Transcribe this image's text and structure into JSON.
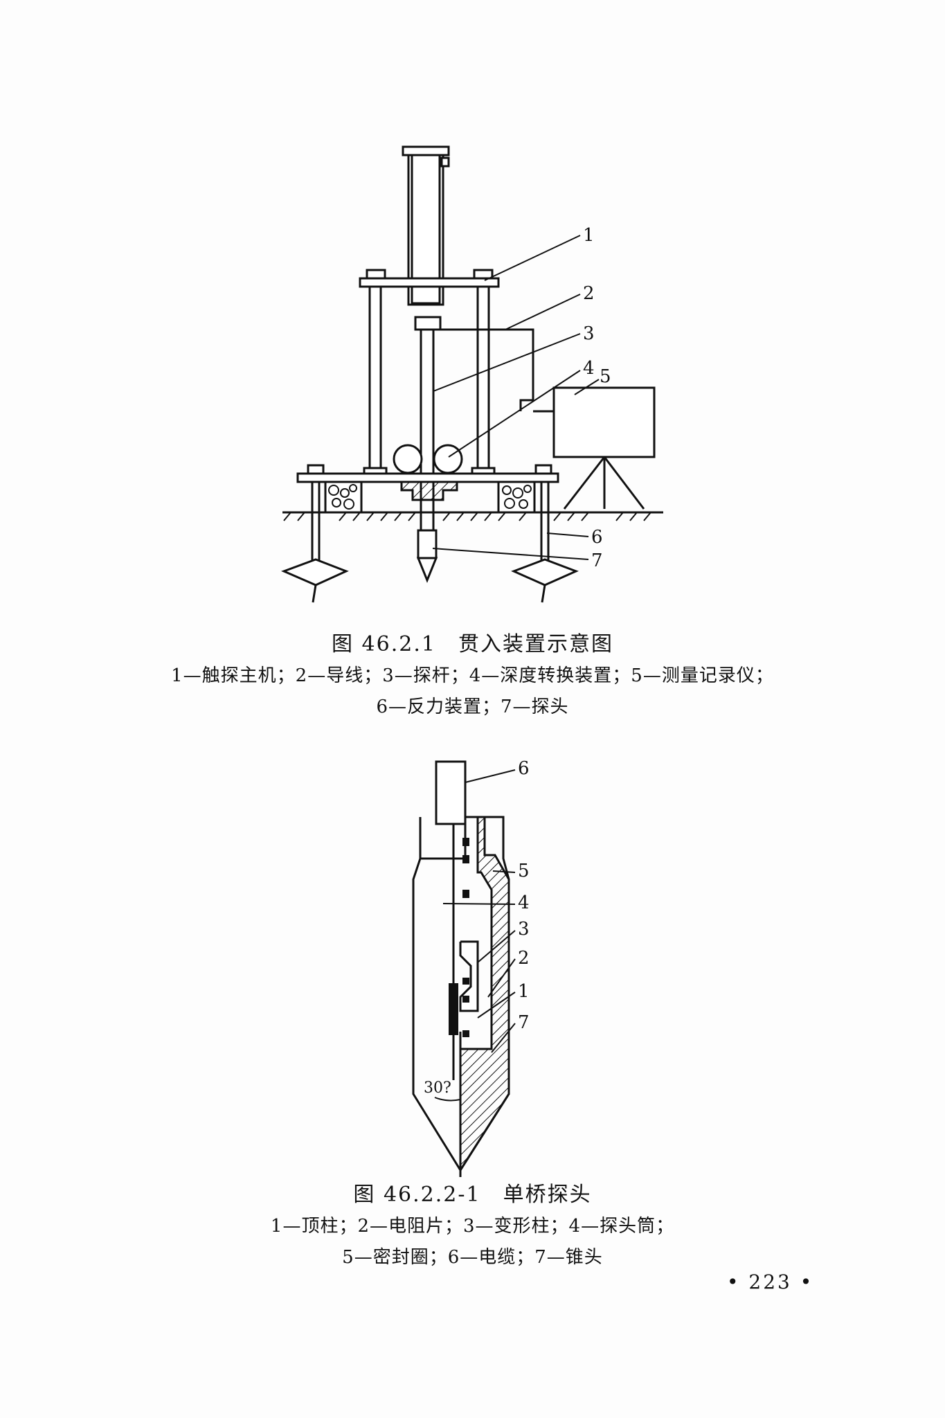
{
  "figure1": {
    "caption": "图 46.2.1　贯入装置示意图",
    "legend_line1": "1—触探主机；2—导线；3—探杆；4—深度转换装置；5—测量记录仪；",
    "legend_line2": "6—反力装置；7—探头",
    "callouts": [
      "1",
      "2",
      "3",
      "4",
      "5",
      "6",
      "7"
    ]
  },
  "figure2": {
    "caption": "图 46.2.2-1　单桥探头",
    "legend_line1": "1—顶柱；2—电阻片；3—变形柱；4—探头筒；",
    "legend_line2": "5—密封圈；6—电缆；7—锥头",
    "angle_label": "30?",
    "callouts": [
      "6",
      "5",
      "4",
      "3",
      "2",
      "1",
      "7"
    ]
  },
  "page_number": "• 223 •"
}
